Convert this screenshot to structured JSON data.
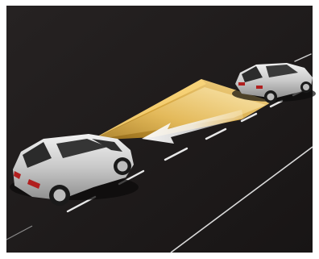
{
  "illustration": {
    "subject": "adaptive-cruise-control-radar",
    "colors": {
      "frame": "#ffffff",
      "road": "#1d1a1a",
      "lane_marking": "#e8e8e8",
      "radar_beam": "#f2c04a",
      "radar_beam_light": "#ffe9a8",
      "arrow": "#f0f0f0",
      "car_body": "#cfcfcf",
      "car_glass": "#2b2b2b",
      "tail_light": "#b11f1f"
    },
    "objects": [
      {
        "name": "own-vehicle",
        "icon": "hatchback-car-icon"
      },
      {
        "name": "vehicle-ahead",
        "icon": "hatchback-car-icon"
      },
      {
        "name": "radar-beam",
        "icon": "radar-cone-icon"
      },
      {
        "name": "distance-arrow",
        "icon": "arrow-left-icon"
      }
    ]
  }
}
